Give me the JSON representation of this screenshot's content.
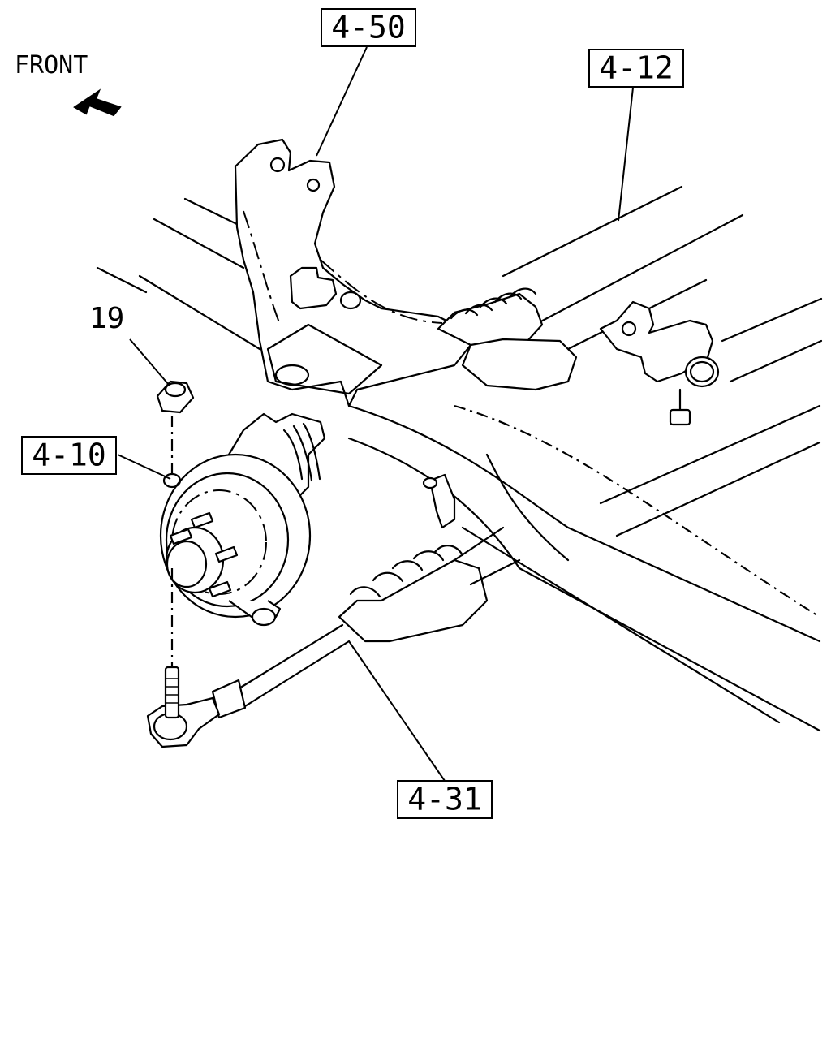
{
  "orientation": {
    "label": "FRONT",
    "icon": "arrow-icon"
  },
  "callouts": [
    {
      "id": "4-50",
      "label": "4-50"
    },
    {
      "id": "4-12",
      "label": "4-12"
    },
    {
      "id": "4-10",
      "label": "4-10"
    },
    {
      "id": "4-31",
      "label": "4-31"
    }
  ],
  "part_labels": [
    {
      "id": "19",
      "label": "19"
    }
  ]
}
